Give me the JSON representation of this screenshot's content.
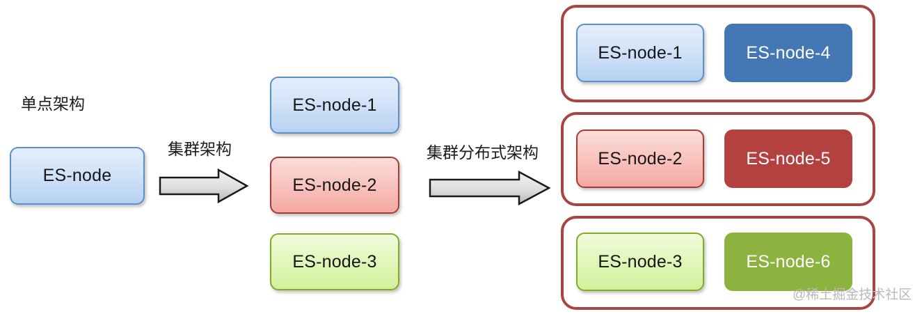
{
  "diagram": {
    "title_hidden": "",
    "colors": {
      "cluster_border": "#a94442",
      "blue_light": "#d3e3f8",
      "blue_dark": "#4478b4",
      "red_light": "#f9c6c1",
      "red_dark": "#b3413f",
      "green_light": "#e2f7bd",
      "green_dark": "#8cb33f",
      "arrow_fill": "#d9d9d9",
      "arrow_stroke": "#1a1a1a",
      "text_dark": "#161616",
      "text_light": "#ffffff",
      "watermark": "#b9b9b9"
    }
  },
  "stage_single": {
    "label": "单点架构",
    "node": {
      "name": "ES-node"
    }
  },
  "arrow1": {
    "label": "集群架构",
    "icon": "right-arrow-icon"
  },
  "stage_cluster": {
    "nodes": [
      {
        "name": "ES-node-1",
        "color": "blue-light"
      },
      {
        "name": "ES-node-2",
        "color": "red-light"
      },
      {
        "name": "ES-node-3",
        "color": "green-light"
      }
    ]
  },
  "arrow2": {
    "label": "集群分布式架构",
    "icon": "right-arrow-icon"
  },
  "stage_distributed": {
    "clusters": [
      {
        "primary": {
          "name": "ES-node-1",
          "color": "blue-light"
        },
        "replica": {
          "name": "ES-node-4",
          "color": "blue-dark"
        }
      },
      {
        "primary": {
          "name": "ES-node-2",
          "color": "red-light"
        },
        "replica": {
          "name": "ES-node-5",
          "color": "red-dark"
        }
      },
      {
        "primary": {
          "name": "ES-node-3",
          "color": "green-light"
        },
        "replica": {
          "name": "ES-node-6",
          "color": "green-dark"
        }
      }
    ]
  },
  "watermark": {
    "text": "@稀土掘金技术社区"
  }
}
